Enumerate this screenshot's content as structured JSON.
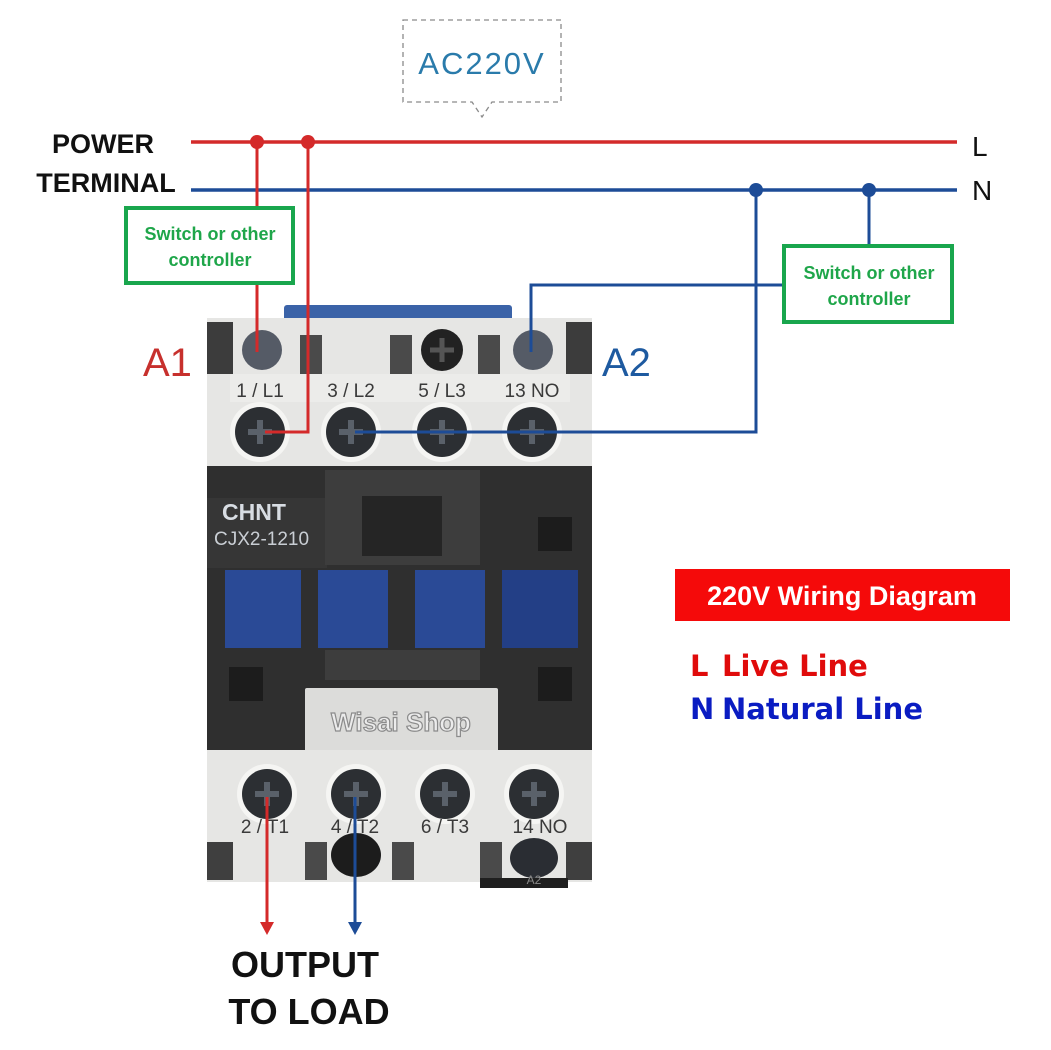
{
  "callout": {
    "text": "AC220V",
    "color": "#2a7bab"
  },
  "power_terminal": {
    "line1": "POWER",
    "line2": "TERMINAL"
  },
  "bus_labels": {
    "live": "L",
    "neutral": "N"
  },
  "colors": {
    "live": "#d42a2a",
    "neutral": "#1d4c97",
    "controller_border": "#19a64d",
    "legend_banner": "#f50a0a",
    "coil_a1": "#c7302d",
    "coil_a2": "#1e5aa0"
  },
  "controllers": [
    {
      "id": "left",
      "line1": "Switch or other",
      "line2": "controller"
    },
    {
      "id": "right",
      "line1": "Switch or other",
      "line2": "controller"
    }
  ],
  "coil_labels": {
    "a1": "A1",
    "a2": "A2"
  },
  "contactor": {
    "brand": "CHNT",
    "model": "CJX2-1210",
    "watermark": "Wisai Shop",
    "top_terminals": [
      "1 / L1",
      "3 / L2",
      "5 / L3",
      "13 NO"
    ],
    "bottom_terminals": [
      "2 / T1",
      "4 / T2",
      "6 / T3",
      "14 NO"
    ],
    "bottom_coil_mark": "A2"
  },
  "output": {
    "line1": "OUTPUT",
    "line2": "TO LOAD"
  },
  "legend": {
    "title": "220V Wiring Diagram",
    "items": [
      {
        "key": "L",
        "label": "Live Line"
      },
      {
        "key": "N",
        "label": "Natural Line"
      }
    ]
  }
}
